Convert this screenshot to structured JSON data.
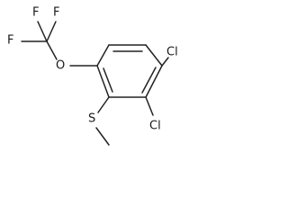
{
  "molecule": {
    "atoms": {
      "f_top_left": "F",
      "f_top_right": "F",
      "f_left": "F",
      "o": "O",
      "s": "S",
      "cl_3": "Cl",
      "cl_2": "Cl"
    }
  }
}
